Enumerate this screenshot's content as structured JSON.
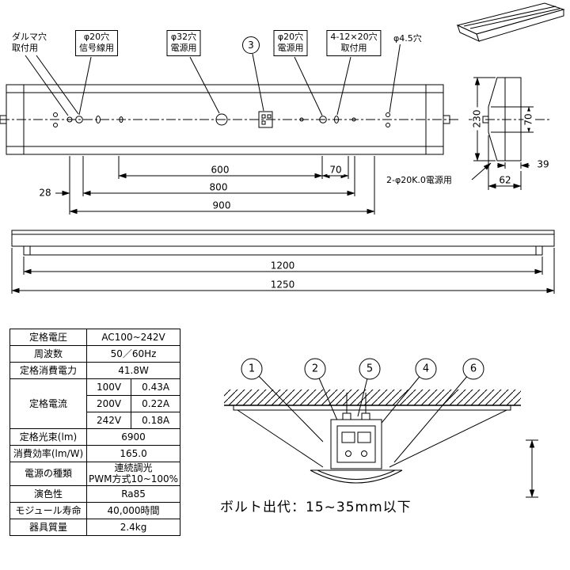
{
  "page": {
    "bg": "#ffffff",
    "ink": "#000000"
  },
  "plan_view": {
    "callouts": {
      "daruma": {
        "line1": "ダルマ穴",
        "line2": "取付用"
      },
      "phi20_signal": {
        "line1": "φ20穴",
        "line2": "信号線用"
      },
      "phi32_power": {
        "line1": "φ32穴",
        "line2": "電源用"
      },
      "balloon_3": "3",
      "phi20_power": {
        "line1": "φ20穴",
        "line2": "電源用"
      },
      "mounting": {
        "line1": "4-12×20穴",
        "line2": "取付用"
      },
      "phi45": "φ4.5穴",
      "knockout": "2-φ20K.0電源用"
    },
    "dims": {
      "d600": "600",
      "d70": "70",
      "d800": "800",
      "d28": "28",
      "d900": "900"
    }
  },
  "end_view": {
    "dims": {
      "d230": "230",
      "d70": "70",
      "d39": "39",
      "d62": "62"
    }
  },
  "side_view": {
    "dims": {
      "d1200": "1200",
      "d1250": "1250"
    }
  },
  "spec_table": {
    "rows": {
      "voltage": {
        "label": "定格電圧",
        "value": "AC100~242V"
      },
      "frequency": {
        "label": "周波数",
        "value": "50／60Hz"
      },
      "power": {
        "label": "定格消費電力",
        "value": "41.8W"
      },
      "current": {
        "label": "定格電流",
        "sub": [
          {
            "v": "100V",
            "a": "0.43A"
          },
          {
            "v": "200V",
            "a": "0.22A"
          },
          {
            "v": "242V",
            "a": "0.18A"
          }
        ]
      },
      "flux": {
        "label": "定格光束(lm)",
        "value": "6900"
      },
      "efficiency": {
        "label": "消費効率(lm/W)",
        "value": "165.0"
      },
      "power_type": {
        "label": "電源の種類",
        "value_line1": "連続調光",
        "value_line2": "PWM方式10~100%"
      },
      "cri": {
        "label": "演色性",
        "value": "Ra85"
      },
      "module_life": {
        "label": "モジュール寿命",
        "value": "40,000時間"
      },
      "weight": {
        "label": "器具質量",
        "value": "2.4kg"
      }
    }
  },
  "install_view": {
    "balloons": [
      "1",
      "2",
      "5",
      "4",
      "6"
    ],
    "bolt_note": "ボルト出代：15~35mm以下"
  }
}
